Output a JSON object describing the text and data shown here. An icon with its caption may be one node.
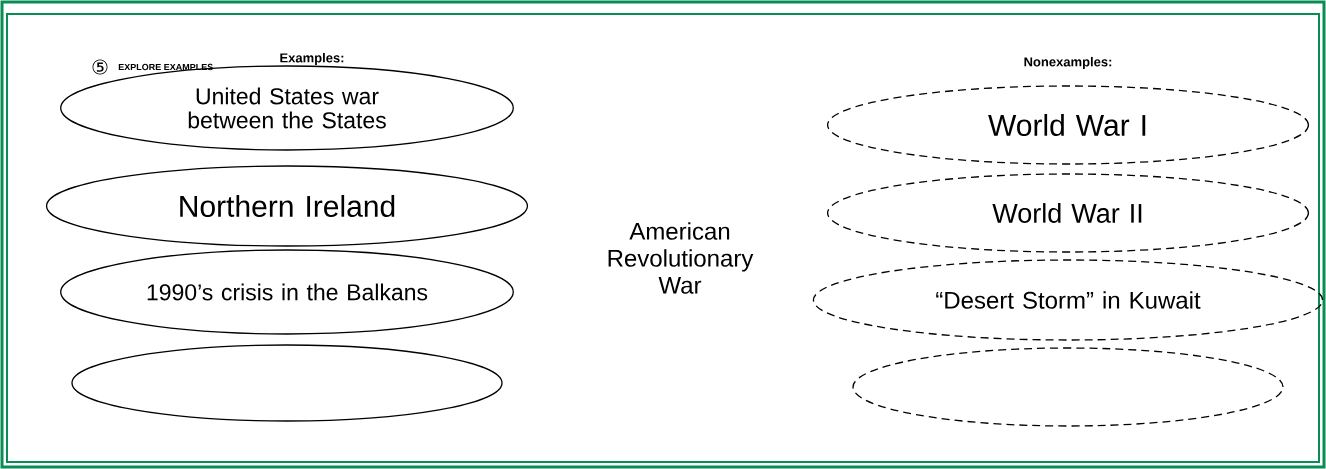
{
  "diagram": {
    "nodes": [
      {
        "text": [
          "United States war between the States"
        ]
      },
      {
        "text": [
          "Northern Ireland"
        ]
      },
      {
        "text": [
          "1990’s crisis in the Balkans"
        ]
      },
      {
        "text": [],
        "shape": "ellipse"
      },
      {
        "text": [
          "World War I"
        ]
      },
      {
        "text": [
          "World War II"
        ]
      },
      {
        "text": [
          "“Desert Storm” in Kuwait"
        ]
      },
      {
        "text": [],
        "shape": "ellipse"
      }
    ],
    "labels": [
      "⑤",
      "EXPLORE EXAMPLES",
      "Examples:",
      "Nonexamples:",
      "American Revolutionary War"
    ]
  }
}
